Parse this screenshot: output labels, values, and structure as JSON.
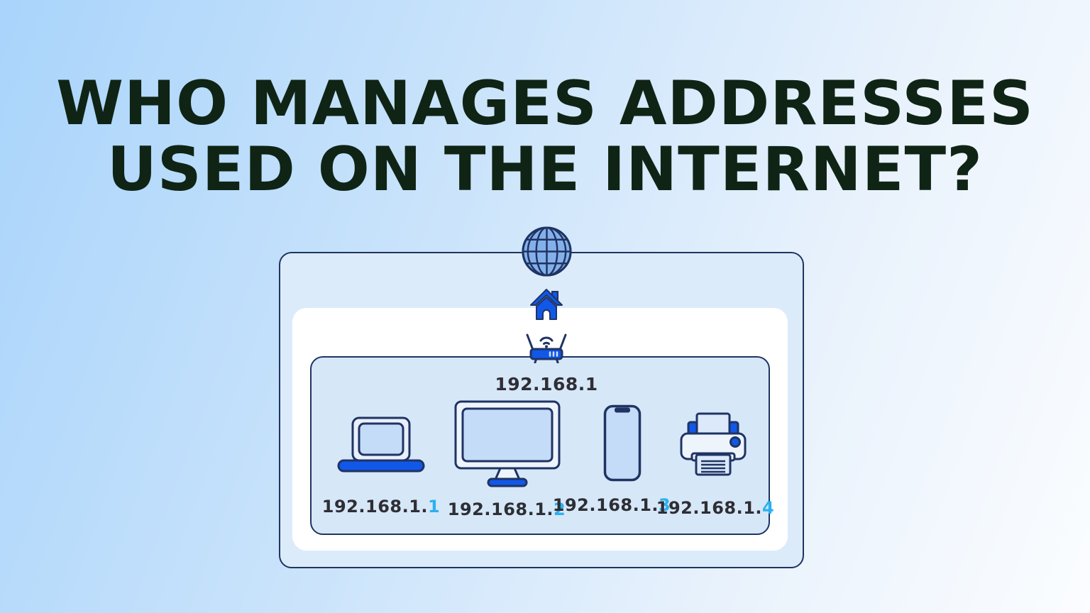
{
  "title": {
    "line1": "WHO MANAGES ADDRESSES",
    "line2": "USED ON THE INTERNET?"
  },
  "network": {
    "gateway_ip": "192.168.1",
    "devices": [
      {
        "id": "laptop",
        "icon": "laptop-icon",
        "ip_prefix": "192.168.1.",
        "ip_host": "1"
      },
      {
        "id": "desktop",
        "icon": "desktop-monitor-icon",
        "ip_prefix": "192.168.1.",
        "ip_host": "2"
      },
      {
        "id": "smartphone",
        "icon": "smartphone-icon",
        "ip_prefix": "192.168.1.",
        "ip_host": "3"
      },
      {
        "id": "printer",
        "icon": "printer-icon",
        "ip_prefix": "192.168.1.",
        "ip_host": "4"
      }
    ]
  },
  "icons": {
    "internet": "globe-icon",
    "home": "home-icon",
    "router": "wifi-router-icon"
  },
  "colors": {
    "title_text": "#0f2415",
    "label_text": "#2e2e34",
    "host_digit_accent": "#2bb0f1",
    "accent_blue": "#1157e8",
    "outline_navy": "#1f3463",
    "outer_box_fill": "#dcebfa",
    "white_box_fill": "#ffffff",
    "inner_box_fill": "#d6e7f8",
    "globe_fill": "#84b0ea",
    "screen_fill": "#c4dcf8",
    "background_start": "#a9d4fb",
    "background_end": "#fbfdff"
  }
}
